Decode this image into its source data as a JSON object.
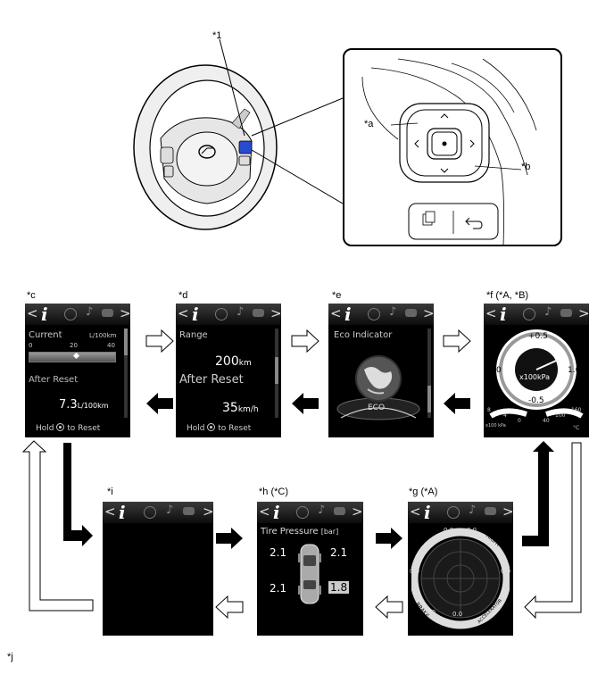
{
  "callouts": {
    "one": "*1",
    "a": "*a",
    "b": "*b",
    "c": "*c",
    "d": "*d",
    "e": "*e",
    "f": "*f (*A, *B)",
    "g": "*g (*A)",
    "h": "*h (*C)",
    "i": "*i",
    "j": "*j"
  },
  "screen_c": {
    "title": "Current",
    "unit": "L/100km",
    "scale": [
      "0",
      "20",
      "40"
    ],
    "after_reset": "After Reset",
    "value": "7.3",
    "value_unit": "L/100km",
    "hold_pre": "Hold",
    "hold_post": "to Reset"
  },
  "screen_d": {
    "title": "Range",
    "range_value": "200",
    "range_unit": "km",
    "after_reset": "After Reset",
    "speed_value": "35",
    "speed_unit": "km/h",
    "hold_pre": "Hold",
    "hold_post": "to Reset"
  },
  "screen_e": {
    "title": "Eco Indicator",
    "eco": "ECO"
  },
  "screen_f": {
    "top": "+0.5",
    "left": "0",
    "right": "1.0",
    "bottom": "-0.5",
    "unit": "x100kPa",
    "left_scale": [
      "8",
      "4",
      "0"
    ],
    "left_unit": "x100 kPa",
    "right_scale": [
      "40",
      "100",
      "160"
    ],
    "right_unit": "°C"
  },
  "screen_g": {
    "left": "LEFT",
    "right": "RIGHT",
    "brake": "BRAKE",
    "accel": "ACCELERATOR",
    "v_top_left": "0.0",
    "v_top_right": "0.0",
    "v_left": "0.0",
    "v_right": "0.0",
    "v_bot_left": "0.0",
    "v_bot_right": "0.0"
  },
  "screen_h": {
    "title": "Tire Pressure",
    "unit": "[bar]",
    "fl": "2.1",
    "fr": "2.1",
    "rl": "2.1",
    "rr": "1.8"
  }
}
